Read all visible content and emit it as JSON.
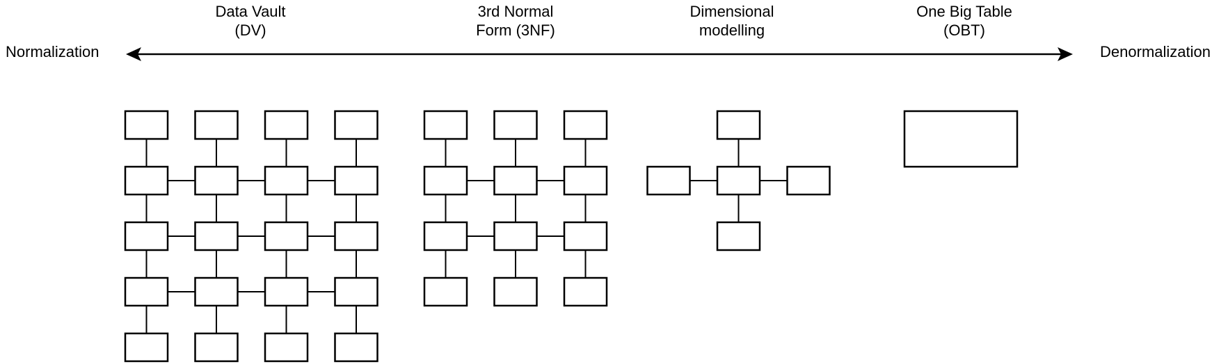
{
  "axis": {
    "left_label": "Normalization",
    "right_label": "Denormalization",
    "arrow_style": "double-headed"
  },
  "methods": [
    {
      "id": "data-vault",
      "label": "Data Vault\n(DV)",
      "diagram": {
        "type": "grid",
        "columns": 4,
        "rows": 5,
        "box_count": 20,
        "horizontal_link_rows": [
          2,
          3,
          4
        ],
        "vertical_links": "between-all-adjacent-rows"
      }
    },
    {
      "id": "third-normal-form",
      "label": "3rd Normal\nForm (3NF)",
      "diagram": {
        "type": "grid",
        "columns": 3,
        "rows": 4,
        "box_count": 12,
        "horizontal_link_rows": [
          2,
          3
        ],
        "vertical_links": "between-all-adjacent-rows"
      }
    },
    {
      "id": "dimensional-modelling",
      "label": "Dimensional\nmodelling",
      "diagram": {
        "type": "star",
        "box_count": 5,
        "satellites": [
          "top",
          "left",
          "right",
          "bottom"
        ]
      }
    },
    {
      "id": "one-big-table",
      "label": "One Big Table\n(OBT)",
      "diagram": {
        "type": "single",
        "box_count": 1
      }
    }
  ],
  "colors": {
    "stroke": "#000000",
    "box_fill": "#ffffff",
    "background": "#ffffff",
    "text": "#000000"
  }
}
